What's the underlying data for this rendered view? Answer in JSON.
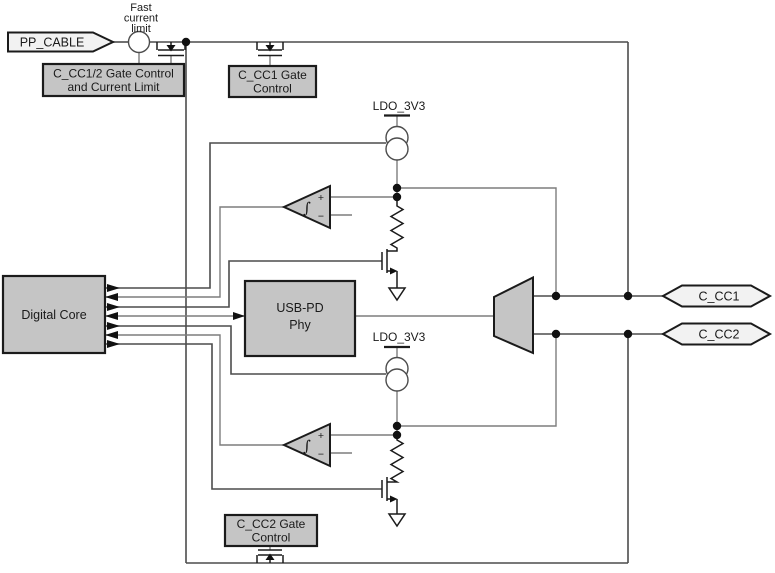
{
  "colors": {
    "block_fill": "#c5c5c5",
    "pin_fill": "#f2f2f2",
    "wire": "#7d7d7d",
    "wire_dark": "#4c4c4c",
    "outline": "#1b1b1b",
    "text": "#1a1a1a"
  },
  "pins": {
    "pp_cable": "PP_CABLE",
    "c_cc1": "C_CC1",
    "c_cc2": "C_CC2"
  },
  "labels": {
    "fast_current_limit_1": "Fast",
    "fast_current_limit_2": "current",
    "fast_current_limit_3": "limit",
    "ldo_top": "LDO_3V3",
    "ldo_bottom": "LDO_3V3"
  },
  "blocks": {
    "cc12_gate_line1": "C_CC1/2 Gate Control",
    "cc12_gate_line2": "and Current Limit",
    "cc1_gate_line1": "C_CC1 Gate",
    "cc1_gate_line2": "Control",
    "cc2_gate_line1": "C_CC2 Gate",
    "cc2_gate_line2": "Control",
    "digital_core": "Digital Core",
    "phy_line1": "USB-PD",
    "phy_line2": "Phy"
  },
  "symbols": {
    "plus": "+",
    "minus": "−",
    "hysteresis": "∫"
  }
}
